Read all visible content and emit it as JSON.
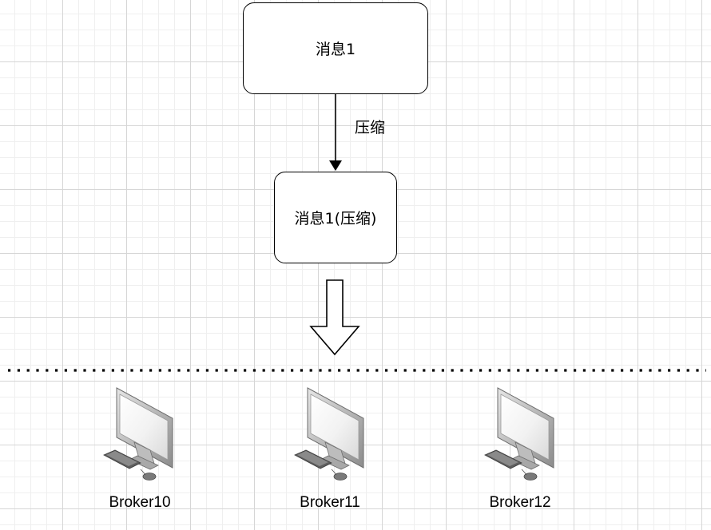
{
  "diagram": {
    "nodes": {
      "message": "消息1",
      "compressed_message": "消息1(压缩)"
    },
    "edge_label": "压缩",
    "brokers": [
      {
        "label": "Broker10"
      },
      {
        "label": "Broker11"
      },
      {
        "label": "Broker12"
      }
    ]
  }
}
